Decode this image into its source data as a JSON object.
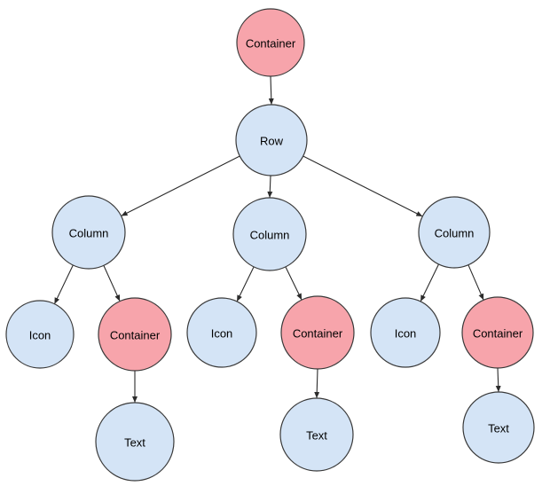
{
  "diagram": {
    "description": "Widget tree diagram",
    "colors": {
      "container_fill": "#f7a4ab",
      "widget_fill": "#d4e4f6",
      "node_stroke": "#3a3a3a",
      "edge_stroke": "#2b2b2b",
      "label_color": "#000000",
      "background": "#ffffff"
    },
    "nodes": [
      {
        "id": "root-container",
        "label": "Container",
        "kind": "container"
      },
      {
        "id": "row",
        "label": "Row",
        "kind": "widget"
      },
      {
        "id": "column-left",
        "label": "Column",
        "kind": "widget"
      },
      {
        "id": "column-middle",
        "label": "Column",
        "kind": "widget"
      },
      {
        "id": "column-right",
        "label": "Column",
        "kind": "widget"
      },
      {
        "id": "icon-left",
        "label": "Icon",
        "kind": "widget"
      },
      {
        "id": "container-left",
        "label": "Container",
        "kind": "container"
      },
      {
        "id": "icon-middle",
        "label": "Icon",
        "kind": "widget"
      },
      {
        "id": "container-middle",
        "label": "Container",
        "kind": "container"
      },
      {
        "id": "icon-right",
        "label": "Icon",
        "kind": "widget"
      },
      {
        "id": "container-right",
        "label": "Container",
        "kind": "container"
      },
      {
        "id": "text-left",
        "label": "Text",
        "kind": "widget"
      },
      {
        "id": "text-middle",
        "label": "Text",
        "kind": "widget"
      },
      {
        "id": "text-right",
        "label": "Text",
        "kind": "widget"
      }
    ],
    "edges": [
      {
        "from": "root-container",
        "to": "row"
      },
      {
        "from": "row",
        "to": "column-left"
      },
      {
        "from": "row",
        "to": "column-middle"
      },
      {
        "from": "row",
        "to": "column-right"
      },
      {
        "from": "column-left",
        "to": "icon-left"
      },
      {
        "from": "column-left",
        "to": "container-left"
      },
      {
        "from": "column-middle",
        "to": "icon-middle"
      },
      {
        "from": "column-middle",
        "to": "container-middle"
      },
      {
        "from": "column-right",
        "to": "icon-right"
      },
      {
        "from": "column-right",
        "to": "container-right"
      },
      {
        "from": "container-left",
        "to": "text-left"
      },
      {
        "from": "container-middle",
        "to": "text-middle"
      },
      {
        "from": "container-right",
        "to": "text-right"
      }
    ]
  }
}
